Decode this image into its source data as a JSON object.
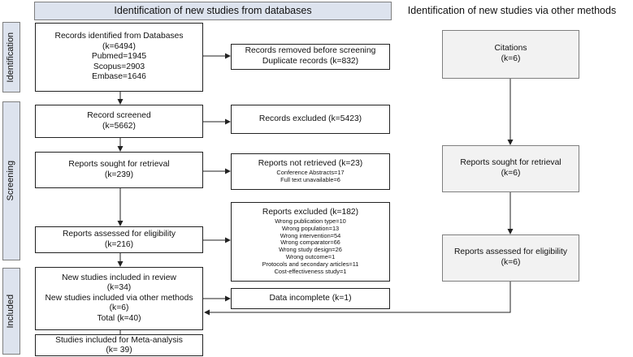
{
  "headers": {
    "databases": "Identification of new studies from databases",
    "other": "Identification of new studies via other methods"
  },
  "phases": {
    "identification": "Identification",
    "screening": "Screening",
    "included": "Included"
  },
  "boxes": {
    "records_identified": [
      "Records identified from Databases",
      "(k=6494)",
      "Pubmed=1945",
      "Scopus=2903",
      "Embase=1646"
    ],
    "records_removed": [
      "Records removed before screening",
      "Duplicate records (k=832)"
    ],
    "record_screened": [
      "Record screened",
      "(k=5662)"
    ],
    "records_excluded": [
      "Records excluded (k=5423)"
    ],
    "sought_retrieval": [
      "Reports sought for retrieval",
      "(k=239)"
    ],
    "not_retrieved_title": "Reports not retrieved (k=23)",
    "not_retrieved_items": [
      "Conference Abstracts=17",
      "Full text unavailable=6"
    ],
    "assessed_eligibility": [
      "Reports assessed for eligibility",
      "(k=216)"
    ],
    "reports_excluded_title": "Reports excluded (k=182)",
    "reports_excluded_items": [
      "Wrong publication type=10",
      "Wrong population=13",
      "Wrong intervention=54",
      "Wrong comparator=66",
      "Wrong study design=26",
      "Wrong outcome=1",
      "Protocols and secondary articles=11",
      "Cost-effectiveness study=1"
    ],
    "new_included": [
      "New studies included in review",
      "(k=34)",
      "New studies included via other methods",
      "(k=6)",
      "Total (k=40)"
    ],
    "data_incomplete": [
      "Data incomplete (k=1)"
    ],
    "meta_analysis": [
      "Studies included for Meta-analysis",
      "(k= 39)"
    ],
    "citations": [
      "Citations",
      "(k=6)"
    ],
    "other_sought": [
      "Reports sought for retrieval",
      "(k=6)"
    ],
    "other_assessed": [
      "Reports assessed for eligibility",
      "(k=6)"
    ]
  }
}
